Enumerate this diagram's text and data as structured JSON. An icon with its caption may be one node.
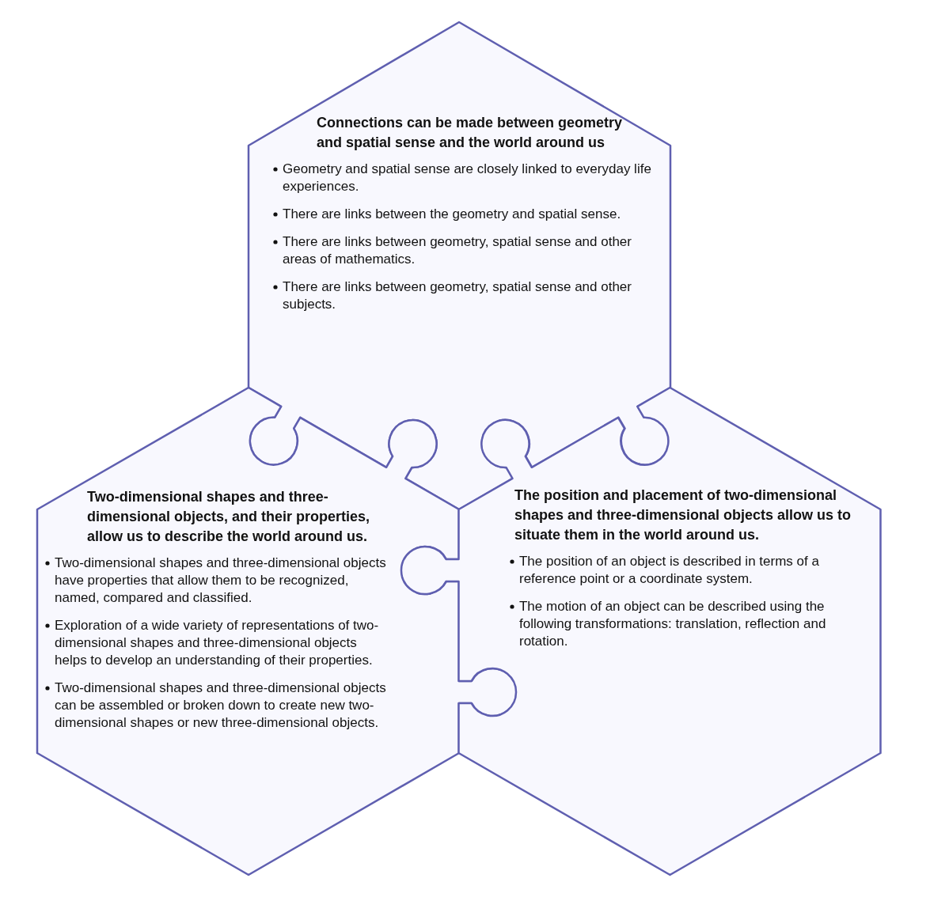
{
  "diagram": {
    "nodes": [
      {
        "text": [
          "Connections can be made between geometry and spatial sense and the world around us",
          "Geometry and spatial sense are closely linked to everyday life experiences.",
          "There are links between the geometry and spatial sense.",
          "There are links between geometry, spatial sense and other areas of mathematics.",
          "There are links between geometry, spatial sense and other subjects."
        ]
      },
      {
        "text": [
          "Two-dimensional shapes and three-dimensional objects, and their properties, allow us to describe the world around us.",
          "Two-dimensional shapes and three-dimensional objects have properties that allow them to be recognized, named, compared and classified.",
          "Exploration of a wide variety of representations of two-dimensional shapes and three-dimensional objects helps to develop an understanding of their properties.",
          "Two-dimensional shapes and three-dimensional objects can be assembled or broken down to create new two-dimensional shapes or new three-dimensional objects."
        ]
      },
      {
        "text": [
          "The position and placement of two-dimensional shapes and three-dimensional objects allow us to situate them in the world around us.",
          "The position of an object is described in terms of a reference point or a coordinate system.",
          "The motion of an object can be described using the following transformations: translation, reflection and rotation."
        ]
      }
    ]
  }
}
